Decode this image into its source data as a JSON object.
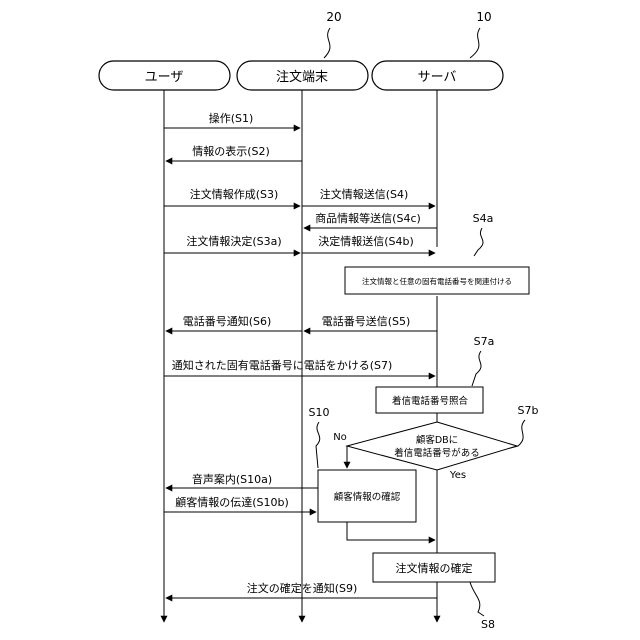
{
  "refs": {
    "terminal": "20",
    "server": "10",
    "s4a": "S4a",
    "s7a": "S7a",
    "s7b": "S7b",
    "s10": "S10",
    "s8": "S8"
  },
  "lanes": {
    "user": "ユーザ",
    "terminal": "注文端末",
    "server": "サーバ"
  },
  "messages": {
    "s1": "操作(S1)",
    "s2": "情報の表示(S2)",
    "s3": "注文情報作成(S3)",
    "s4": "注文情報送信(S4)",
    "s4c": "商品情報等送信(S4c)",
    "s3a": "注文情報決定(S3a)",
    "s4b": "決定情報送信(S4b)",
    "s6": "電話番号通知(S6)",
    "s5": "電話番号送信(S5)",
    "s7": "通知された固有電話番号に電話をかける(S7)",
    "s10a": "音声案内(S10a)",
    "s10b": "顧客情報の伝達(S10b)",
    "s9": "注文の確定を通知(S9)"
  },
  "boxes": {
    "s4a": "注文情報と任意の固有電話番号を関連付ける",
    "s7a": "着信電話番号照合",
    "s10": "顧客情報の確認",
    "s8": "注文情報の確定"
  },
  "decision": {
    "line1": "顧客DBに",
    "line2": "着信電話番号がある",
    "no": "No",
    "yes": "Yes"
  }
}
